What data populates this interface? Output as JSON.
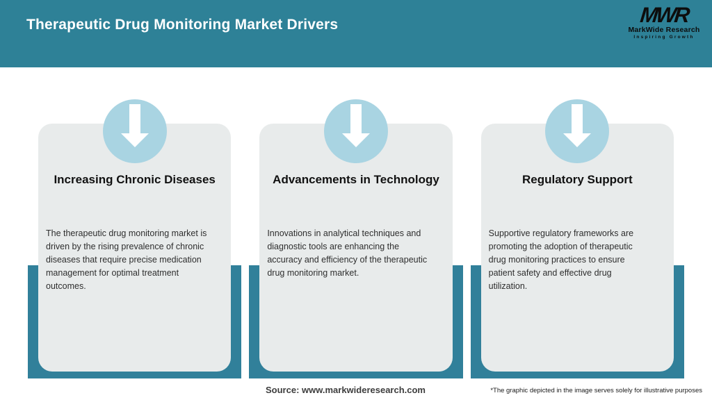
{
  "header": {
    "title": "Therapeutic Drug Monitoring Market Drivers",
    "logo": {
      "monogram": "MWR",
      "name": "MarkWide Research",
      "tagline": "Inspiring Growth"
    }
  },
  "cards": [
    {
      "title": "Increasing Chronic Diseases",
      "body": "The therapeutic drug monitoring market is\ndriven by the rising prevalence of chronic\ndiseases that require precise medication\nmanagement for optimal treatment\noutcomes."
    },
    {
      "title": "Advancements in Technology",
      "body": "Innovations in analytical techniques and\ndiagnostic tools are enhancing the\naccuracy and efficiency of the therapeutic\ndrug monitoring market."
    },
    {
      "title": "Regulatory Support",
      "body": "Supportive regulatory frameworks are\npromoting the adoption of therapeutic\ndrug monitoring practices to ensure\npatient safety and effective drug\nutilization."
    }
  ],
  "footer": {
    "source": "Source: www.markwideresearch.com",
    "disclaimer": "*The graphic depicted in the image serves solely for illustrative purposes"
  },
  "colors": {
    "header_teal": "#2E8197",
    "backdrop_teal": "#31809A",
    "circle_blue": "#A9D4E2",
    "card_gray": "#E8EBEB"
  }
}
